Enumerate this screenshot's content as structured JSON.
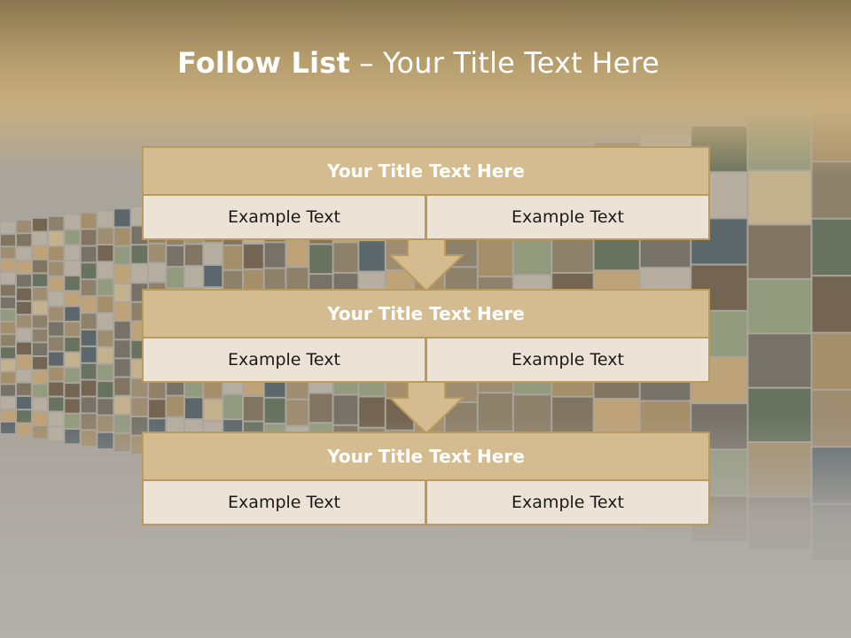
{
  "slide": {
    "title_bold": "Follow List",
    "title_rest": " – Your Title Text Here"
  },
  "blocks": [
    {
      "header": "Your Title Text Here",
      "left": "Example Text",
      "right": "Example Text"
    },
    {
      "header": "Your Title Text Here",
      "left": "Example Text",
      "right": "Example Text"
    },
    {
      "header": "Your Title Text Here",
      "left": "Example Text",
      "right": "Example Text"
    }
  ],
  "colors": {
    "header_fill": "#d4bc90",
    "border": "#b99a61",
    "cell_fill": "#ede2d6",
    "title_bar": "#b79e6e"
  },
  "background": {
    "icon": "video-wall-mosaic-image"
  }
}
